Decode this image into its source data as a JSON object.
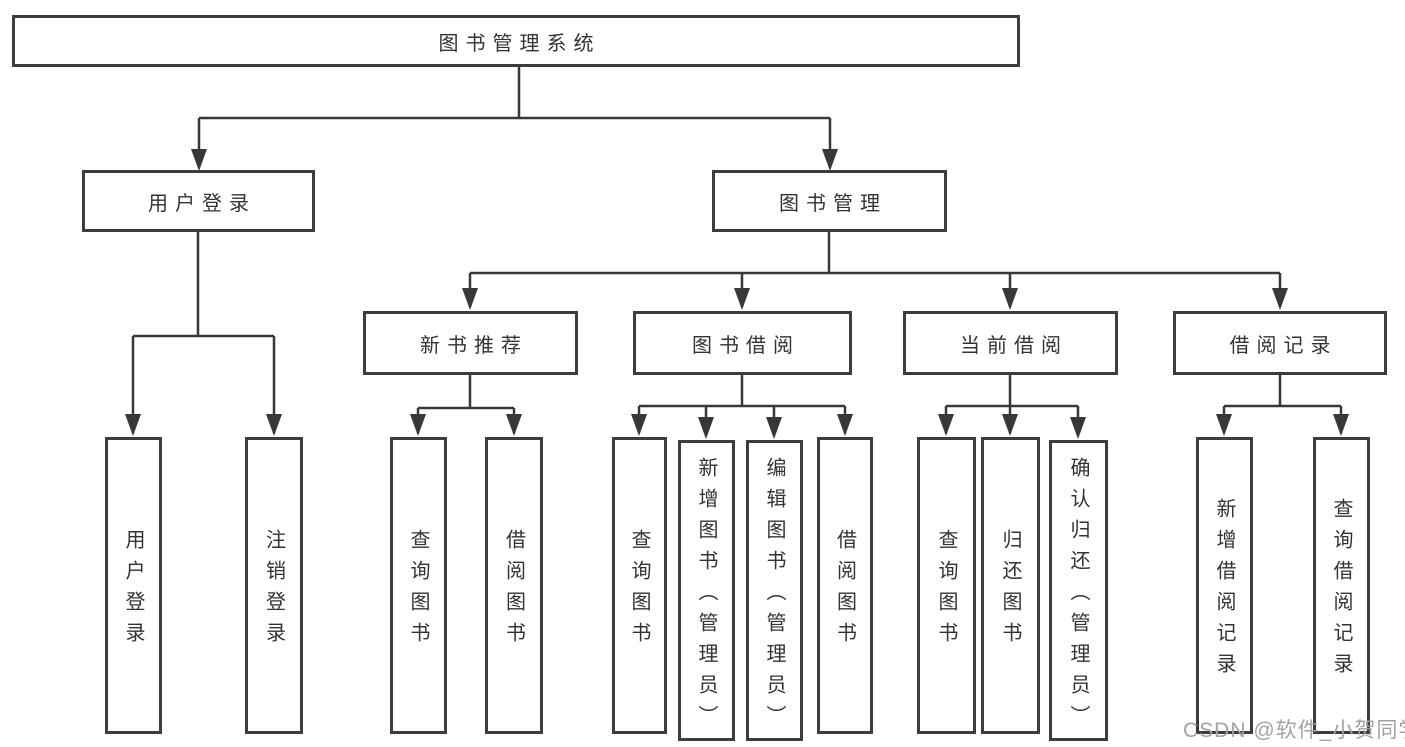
{
  "tree": {
    "root": {
      "label": "图书管理系统"
    },
    "user_login": {
      "label": "用户登录",
      "children": [
        "用户登录",
        "注销登录"
      ]
    },
    "book_mgmt": {
      "label": "图书管理",
      "sections": {
        "new_books": {
          "label": "新书推荐",
          "children": [
            "查询图书",
            "借阅图书"
          ]
        },
        "borrowing": {
          "label": "图书借阅",
          "children": [
            "查询图书",
            "新增图书（管理员）",
            "编辑图书（管理员）",
            "借阅图书"
          ]
        },
        "current": {
          "label": "当前借阅",
          "children": [
            "查询图书",
            "归还图书",
            "确认归还（管理员）"
          ]
        },
        "records": {
          "label": "借阅记录",
          "children": [
            "新增借阅记录",
            "查询借阅记录"
          ]
        }
      }
    }
  },
  "watermark": "CSDN @软件_小贺同学",
  "colors": {
    "line": "#383838",
    "box_border": "#3d3d3d",
    "text": "#333333",
    "watermark": "#a3a3a3",
    "background": "#ffffff"
  }
}
